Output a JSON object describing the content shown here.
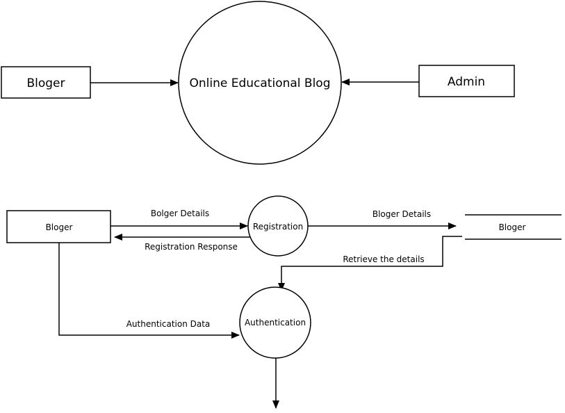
{
  "context_diagram": {
    "external_left": "Bloger",
    "process": "Online Educational Blog",
    "external_right": "Admin"
  },
  "level1": {
    "entity_bloger": "Bloger",
    "process_registration": "Registration",
    "process_authentication": "Authentication",
    "datastore_bloger": "Bloger",
    "flows": {
      "bolger_details": "Bolger Details",
      "registration_response": "Registration Response",
      "bloger_details": "Bloger Details",
      "retrieve_details": "Retrieve the details",
      "authentication_data": "Authentication Data"
    }
  },
  "colors": {
    "stroke": "#000000",
    "background": "#ffffff"
  }
}
